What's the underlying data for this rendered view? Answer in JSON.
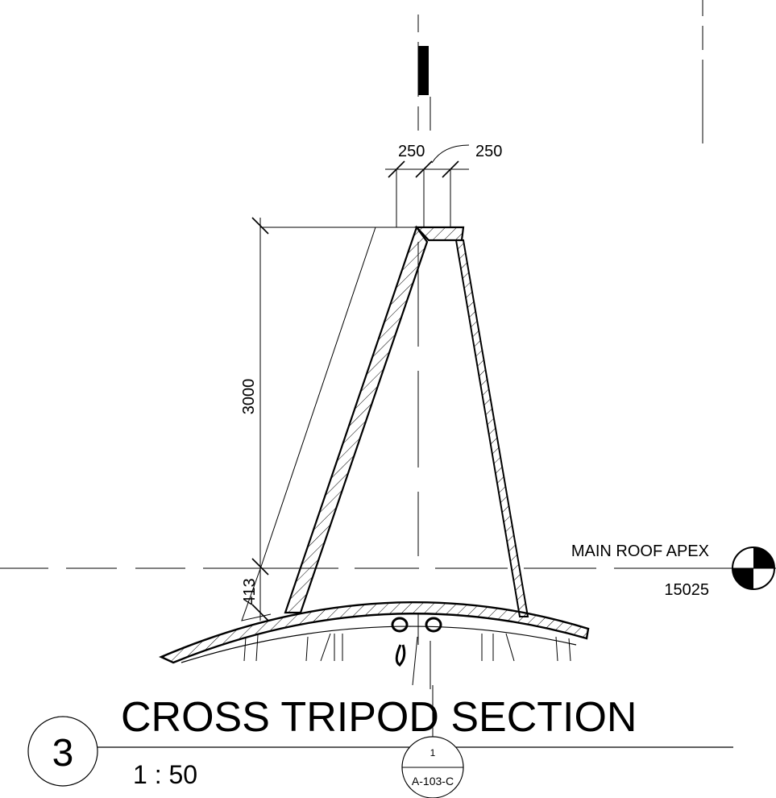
{
  "dimensions": {
    "top_left": "250",
    "top_right": "250",
    "height_main": "3000",
    "height_offset": "413"
  },
  "level": {
    "name": "MAIN ROOF APEX",
    "elevation": "15025"
  },
  "view": {
    "number": "3",
    "title": "CROSS TRIPOD SECTION",
    "scale": "1 : 50"
  },
  "section_tag": {
    "number": "1",
    "sheet": "A-103-C"
  }
}
